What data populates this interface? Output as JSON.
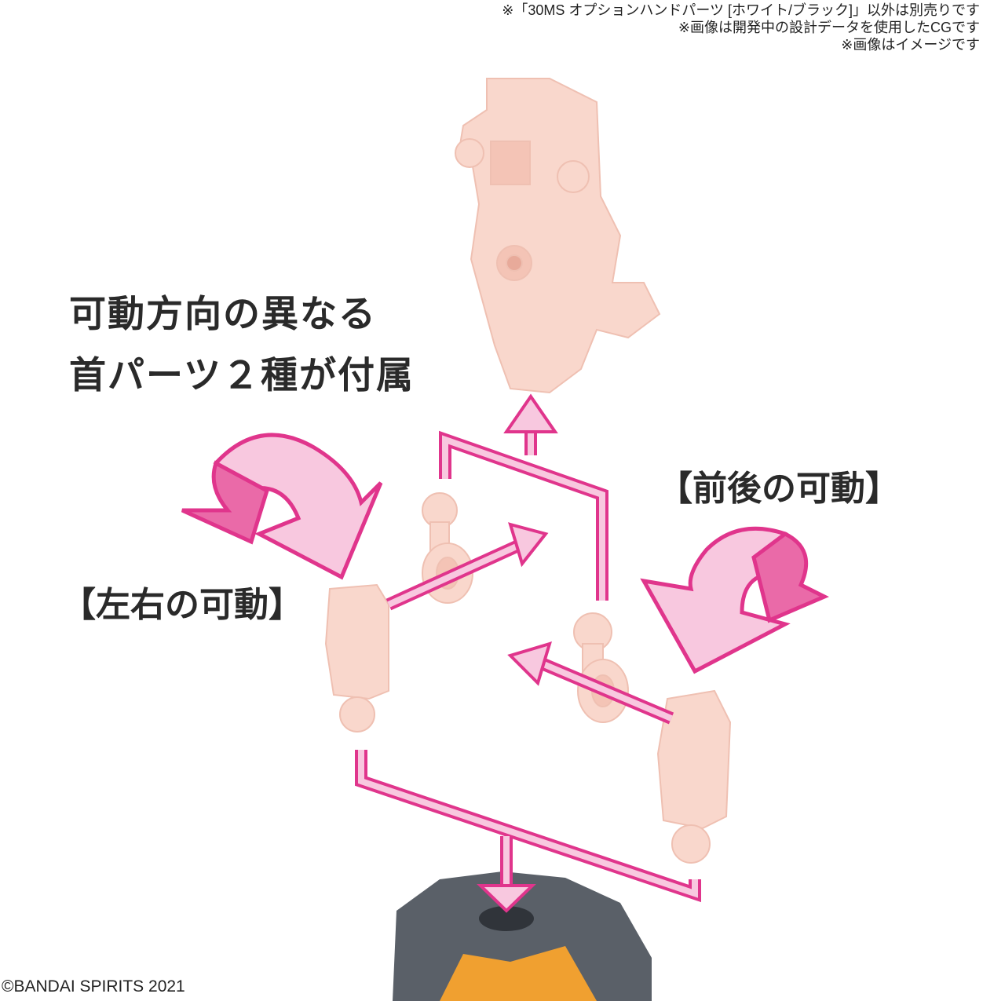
{
  "notes": [
    "※「30MS オプションハンドパーツ [ホワイト/ブラック]」以外は別売りです",
    "※画像は開発中の設計データを使用したCGです",
    "※画像はイメージです"
  ],
  "headline": [
    "可動方向の異なる",
    "首パーツ２種が付属"
  ],
  "labels": {
    "front_back": "【前後の可動】",
    "left_right": "【左右の可動】"
  },
  "copyright": "©BANDAI SPIRITS 2021",
  "colors": {
    "accent": "#e0358c",
    "arrow_fill": "#f8c8df",
    "part": "#f9d7cc",
    "torso": "#5a6068",
    "torso_accent": "#f0a030"
  }
}
